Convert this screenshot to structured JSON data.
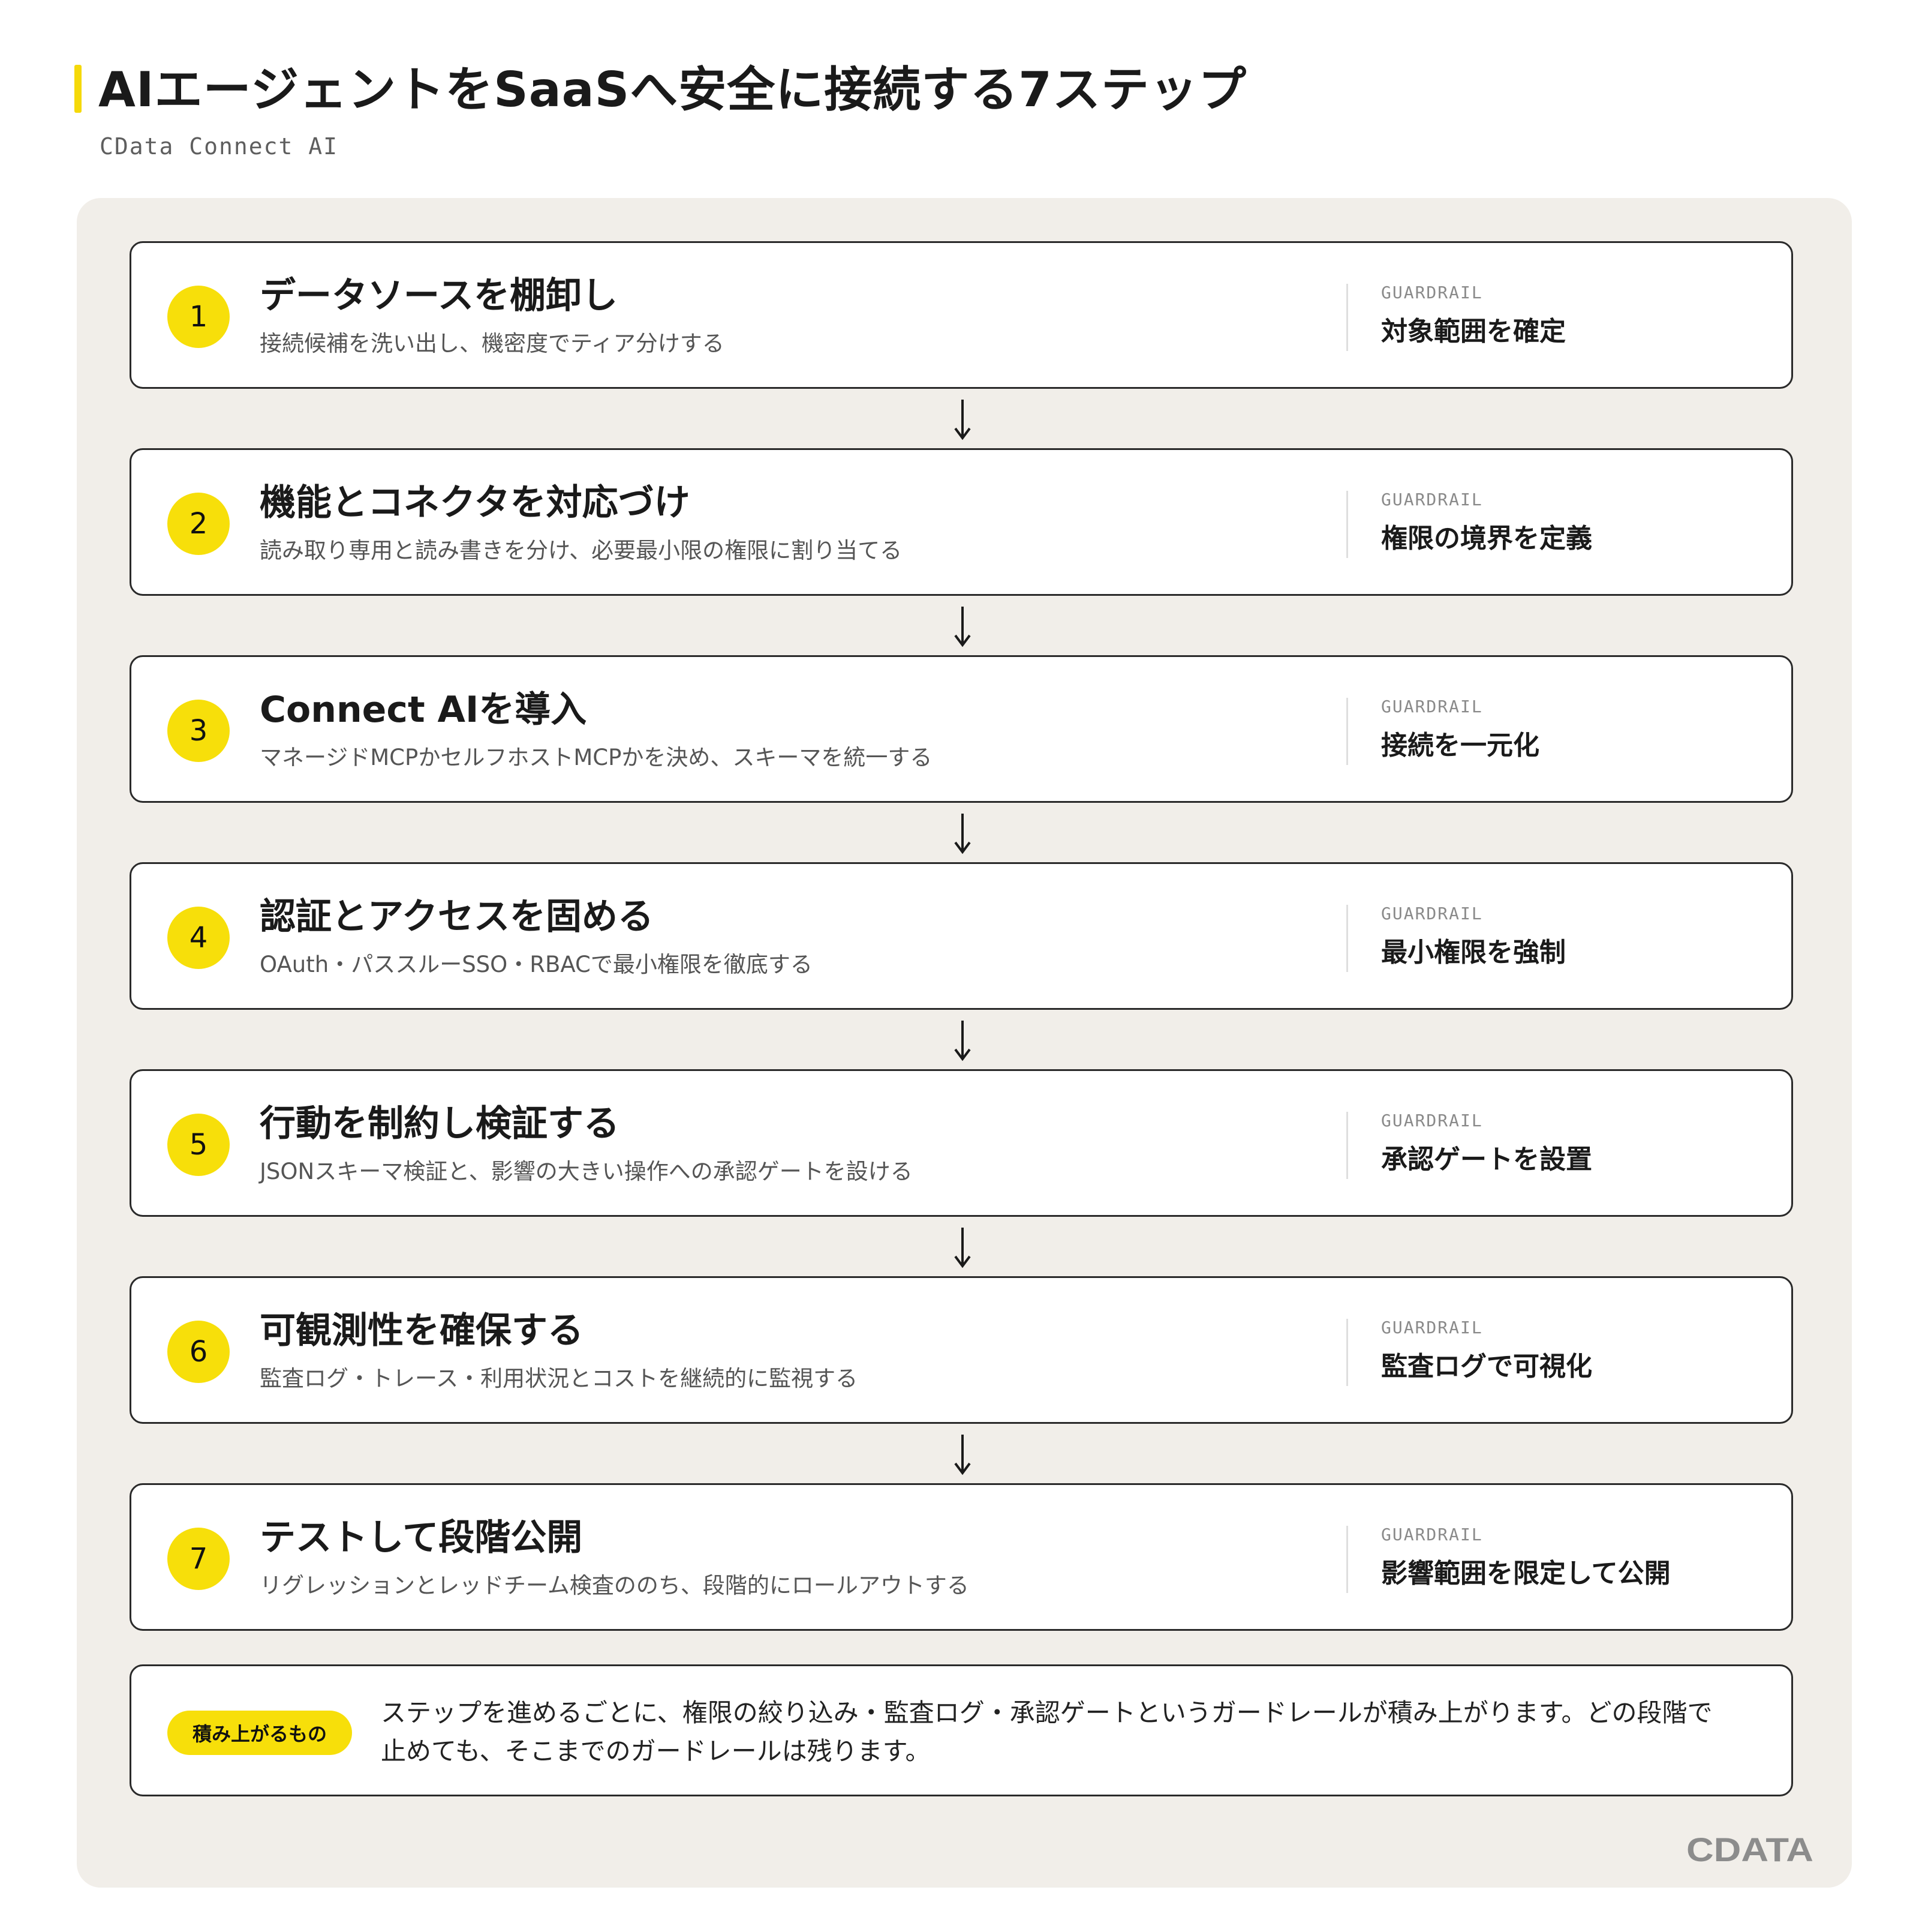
{
  "header": {
    "title": "AIエージェントをSaaSへ安全に接続する7ステップ",
    "subtitle": "CData Connect AI"
  },
  "steps": [
    {
      "number": "1",
      "title": "データソースを棚卸し",
      "description": "接続候補を洗い出し、機密度でティア分けする",
      "guardrail_label": "GUARDRAIL",
      "guardrail": "対象範囲を確定"
    },
    {
      "number": "2",
      "title": "機能とコネクタを対応づけ",
      "description": "読み取り専用と読み書きを分け、必要最小限の権限に割り当てる",
      "guardrail_label": "GUARDRAIL",
      "guardrail": "権限の境界を定義"
    },
    {
      "number": "3",
      "title": "Connect AIを導入",
      "description": "マネージドMCPかセルフホストMCPかを決め、スキーマを統一する",
      "guardrail_label": "GUARDRAIL",
      "guardrail": "接続を一元化"
    },
    {
      "number": "4",
      "title": "認証とアクセスを固める",
      "description": "OAuth・パススルーSSO・RBACで最小権限を徹底する",
      "guardrail_label": "GUARDRAIL",
      "guardrail": "最小権限を強制"
    },
    {
      "number": "5",
      "title": "行動を制約し検証する",
      "description": "JSONスキーマ検証と、影響の大きい操作への承認ゲートを設ける",
      "guardrail_label": "GUARDRAIL",
      "guardrail": "承認ゲートを設置"
    },
    {
      "number": "6",
      "title": "可観測性を確保する",
      "description": "監査ログ・トレース・利用状況とコストを継続的に監視する",
      "guardrail_label": "GUARDRAIL",
      "guardrail": "監査ログで可視化"
    },
    {
      "number": "7",
      "title": "テストして段階公開",
      "description": "リグレッションとレッドチーム検査ののち、段階的にロールアウトする",
      "guardrail_label": "GUARDRAIL",
      "guardrail": "影響範囲を限定して公開"
    }
  ],
  "note": {
    "badge": "積み上がるもの",
    "text": "ステップを進めるごとに、権限の絞り込み・監査ログ・承認ゲートというガードレールが積み上がります。どの段階で止めても、そこまでのガードレールは残ります。"
  },
  "logo": {
    "text": "CDATA"
  },
  "colors": {
    "accent": "#f7df0a",
    "panel": "#f1eee9",
    "border": "#2a2a2a"
  }
}
